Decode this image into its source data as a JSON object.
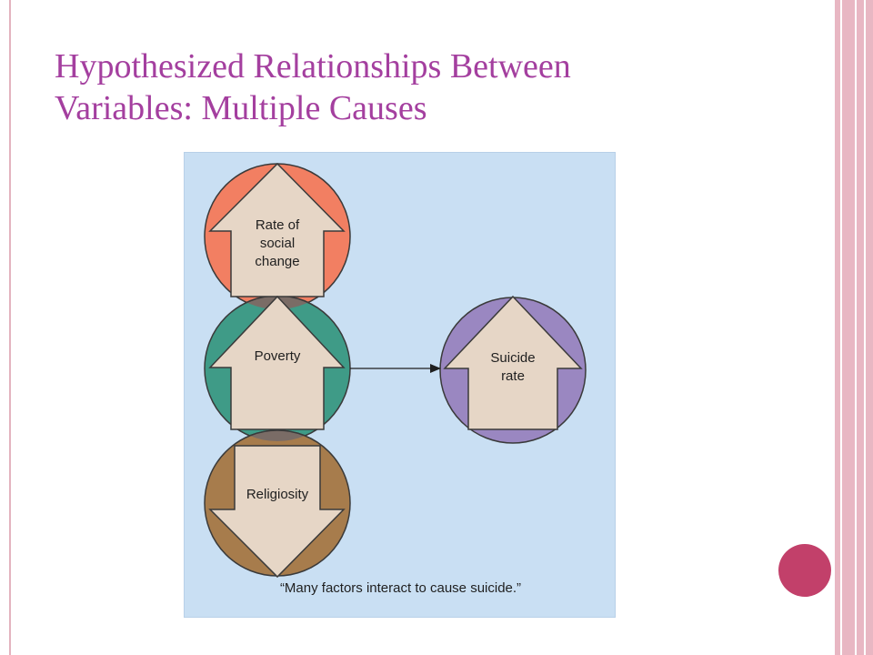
{
  "slide": {
    "title_line1": "Hypothesized Relationships Between",
    "title_line2": "Variables: Multiple Causes"
  },
  "diagram": {
    "nodes": [
      {
        "id": "social-change",
        "label_lines": [
          "Rate of",
          "social",
          "change"
        ],
        "arrow": "up",
        "color": "#f27f62"
      },
      {
        "id": "poverty",
        "label_lines": [
          "Poverty"
        ],
        "arrow": "up",
        "color": "#3f9b87"
      },
      {
        "id": "religiosity",
        "label_lines": [
          "Religiosity"
        ],
        "arrow": "down",
        "color": "#a77c4c"
      },
      {
        "id": "suicide-rate",
        "label_lines": [
          "Suicide",
          "rate"
        ],
        "arrow": "up",
        "color": "#9a87c1"
      }
    ],
    "caption": "“Many factors interact to cause suicide.”",
    "colors": {
      "background": "#c9dff3",
      "arrow_fill": "#e6d6c6",
      "outline": "#3a3a3a",
      "overlap": "#7a6c66"
    }
  },
  "colors": {
    "title": "#a43f9f",
    "accent_dot": "#c2406a",
    "frame": "#e8b7c3"
  }
}
